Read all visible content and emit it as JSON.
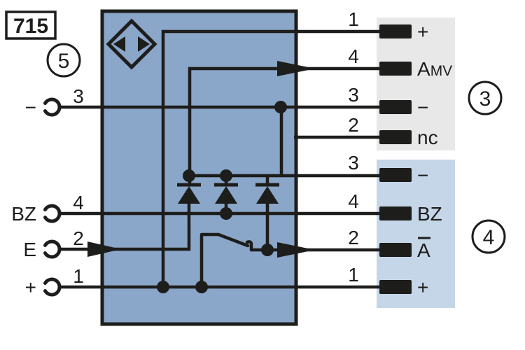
{
  "title_badge": "715",
  "callouts": {
    "device": "5",
    "upper_connector": "3",
    "lower_connector": "4"
  },
  "left_terminals": [
    {
      "pin": "3",
      "label": "−",
      "arrow": false
    },
    {
      "pin": "4",
      "label": "BZ",
      "arrow": false
    },
    {
      "pin": "2",
      "label": "E",
      "arrow": true
    },
    {
      "pin": "1",
      "label": "+",
      "arrow": false
    }
  ],
  "upper_connector_pins": [
    {
      "number": "1",
      "label": "+"
    },
    {
      "number": "4",
      "label": "A",
      "label_small": "MV",
      "arrow": true
    },
    {
      "number": "3",
      "label": "−"
    },
    {
      "number": "2",
      "label": "nc"
    }
  ],
  "lower_connector_pins": [
    {
      "number": "3",
      "label": "−"
    },
    {
      "number": "4",
      "label": "BZ"
    },
    {
      "number": "2",
      "label": "A",
      "overline": true,
      "arrow": true
    },
    {
      "number": "1",
      "label": "+"
    }
  ],
  "colors": {
    "line": "#1d1d1b",
    "device_fill": "#8aa6c9",
    "upper_connector_fill": "#e8e8e8",
    "lower_connector_fill": "#c6d6e9"
  }
}
